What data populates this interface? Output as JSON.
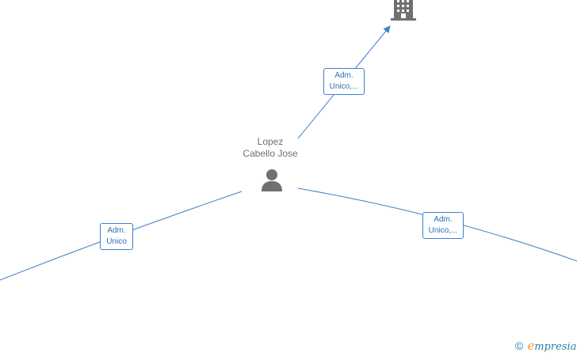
{
  "person": {
    "name_line1": "Lopez",
    "name_line2": "Cabello Jose",
    "icon": "person-icon"
  },
  "company": {
    "icon": "building-icon"
  },
  "edges": [
    {
      "role_line1": "Adm.",
      "role_line2": "Unico,...",
      "target": "company"
    },
    {
      "role_line1": "Adm.",
      "role_line2": "Unico",
      "target": "left-offscreen"
    },
    {
      "role_line1": "Adm.",
      "role_line2": "Unico,...",
      "target": "right-offscreen"
    }
  ],
  "brand": {
    "copyright": "©",
    "first_letter": "e",
    "rest": "mpresia"
  },
  "colors": {
    "edge": "#3f7fcf",
    "icon": "#707070",
    "brand_blue": "#2a7fa8",
    "brand_orange": "#f0a020"
  }
}
